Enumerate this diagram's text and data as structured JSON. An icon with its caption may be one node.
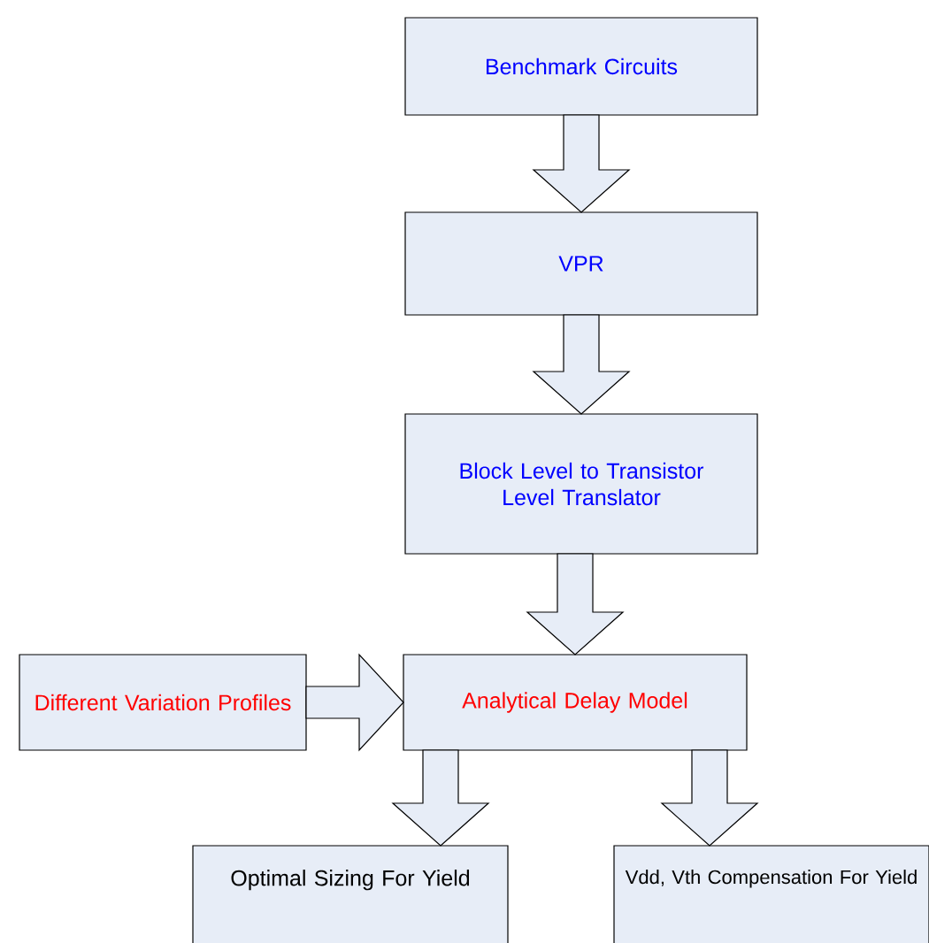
{
  "diagram": {
    "nodes": [
      {
        "text": [
          "Benchmark Circuits"
        ]
      },
      {
        "text": [
          "VPR"
        ]
      },
      {
        "text": [
          "Block Level to Transistor Level Translator"
        ]
      },
      {
        "text": [
          "Different Variation Profiles"
        ]
      },
      {
        "text": [
          "Analytical Delay Model"
        ]
      },
      {
        "text": [
          "Optimal Sizing For Yield"
        ]
      },
      {
        "text": [
          "Vdd, Vth Compensation For Yield"
        ]
      }
    ],
    "edges": [
      {
        "from": 0,
        "to": 1,
        "arrow": "to"
      },
      {
        "from": 1,
        "to": 2,
        "arrow": "to"
      },
      {
        "from": 2,
        "to": 4,
        "arrow": "to"
      },
      {
        "from": 3,
        "to": 4,
        "arrow": "to"
      },
      {
        "from": 4,
        "to": 5,
        "arrow": "to"
      },
      {
        "from": 4,
        "to": 6,
        "arrow": "to"
      }
    ]
  }
}
